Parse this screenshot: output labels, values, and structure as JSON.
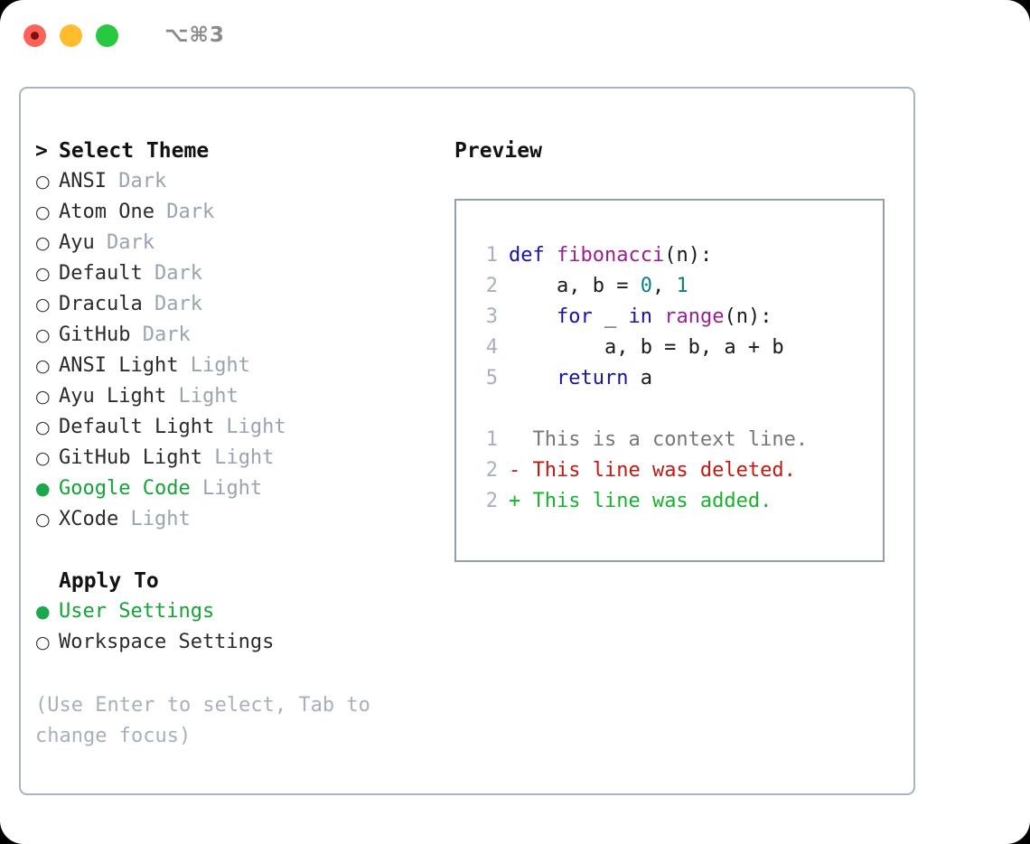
{
  "titlebar": {
    "buttons": [
      "close",
      "minimize",
      "maximize"
    ],
    "shortcut": "⌥⌘3"
  },
  "left": {
    "prompt_marker": ">",
    "heading": "Select Theme",
    "radio_empty": "○",
    "radio_filled": "●",
    "themes": [
      {
        "name": "ANSI",
        "kind": "Dark",
        "selected": false
      },
      {
        "name": "Atom One",
        "kind": "Dark",
        "selected": false
      },
      {
        "name": "Ayu",
        "kind": "Dark",
        "selected": false
      },
      {
        "name": "Default",
        "kind": "Dark",
        "selected": false
      },
      {
        "name": "Dracula",
        "kind": "Dark",
        "selected": false
      },
      {
        "name": "GitHub",
        "kind": "Dark",
        "selected": false
      },
      {
        "name": "ANSI Light",
        "kind": "Light",
        "selected": false
      },
      {
        "name": "Ayu Light",
        "kind": "Light",
        "selected": false
      },
      {
        "name": "Default Light",
        "kind": "Light",
        "selected": false
      },
      {
        "name": "GitHub Light",
        "kind": "Light",
        "selected": false
      },
      {
        "name": "Google Code",
        "kind": "Light",
        "selected": true
      },
      {
        "name": "XCode",
        "kind": "Light",
        "selected": false
      }
    ],
    "apply_to": {
      "heading": "Apply To",
      "options": [
        {
          "name": "User Settings",
          "selected": true
        },
        {
          "name": "Workspace Settings",
          "selected": false
        }
      ]
    },
    "hint": "(Use Enter to select, Tab to change focus)"
  },
  "right": {
    "preview_title": "Preview",
    "code_lines": [
      {
        "num": "1",
        "tokens": [
          {
            "t": "def ",
            "c": "kw"
          },
          {
            "t": "fibonacci",
            "c": "fn"
          },
          {
            "t": "(n):",
            "c": "plain"
          }
        ]
      },
      {
        "num": "2",
        "tokens": [
          {
            "t": "    a, b = ",
            "c": "plain"
          },
          {
            "t": "0",
            "c": "num"
          },
          {
            "t": ", ",
            "c": "plain"
          },
          {
            "t": "1",
            "c": "num"
          }
        ]
      },
      {
        "num": "3",
        "tokens": [
          {
            "t": "    ",
            "c": "plain"
          },
          {
            "t": "for",
            "c": "kw"
          },
          {
            "t": " _ ",
            "c": "plain"
          },
          {
            "t": "in",
            "c": "kw"
          },
          {
            "t": " ",
            "c": "plain"
          },
          {
            "t": "range",
            "c": "fn"
          },
          {
            "t": "(n):",
            "c": "plain"
          }
        ]
      },
      {
        "num": "4",
        "tokens": [
          {
            "t": "        a, b = b, a + b",
            "c": "plain"
          }
        ]
      },
      {
        "num": "5",
        "tokens": [
          {
            "t": "    ",
            "c": "plain"
          },
          {
            "t": "return",
            "c": "kw"
          },
          {
            "t": " a",
            "c": "plain"
          }
        ]
      }
    ],
    "diff_lines": [
      {
        "num": "1",
        "sign": " ",
        "text": " This is a context line.",
        "c": "ctx"
      },
      {
        "num": "2",
        "sign": "-",
        "text": " This line was deleted.",
        "c": "del"
      },
      {
        "num": "2",
        "sign": "+",
        "text": " This line was added.",
        "c": "add"
      }
    ]
  },
  "colors": {
    "accent_green": "#12a437",
    "muted": "#9aa3b0",
    "keyword": "#1414a8",
    "function": "#9c1f8e",
    "number": "#0b7f84",
    "diff_delete": "#c01a12",
    "diff_add": "#15b32b",
    "panel_border": "#aab3c2",
    "preview_border": "#929dae"
  }
}
